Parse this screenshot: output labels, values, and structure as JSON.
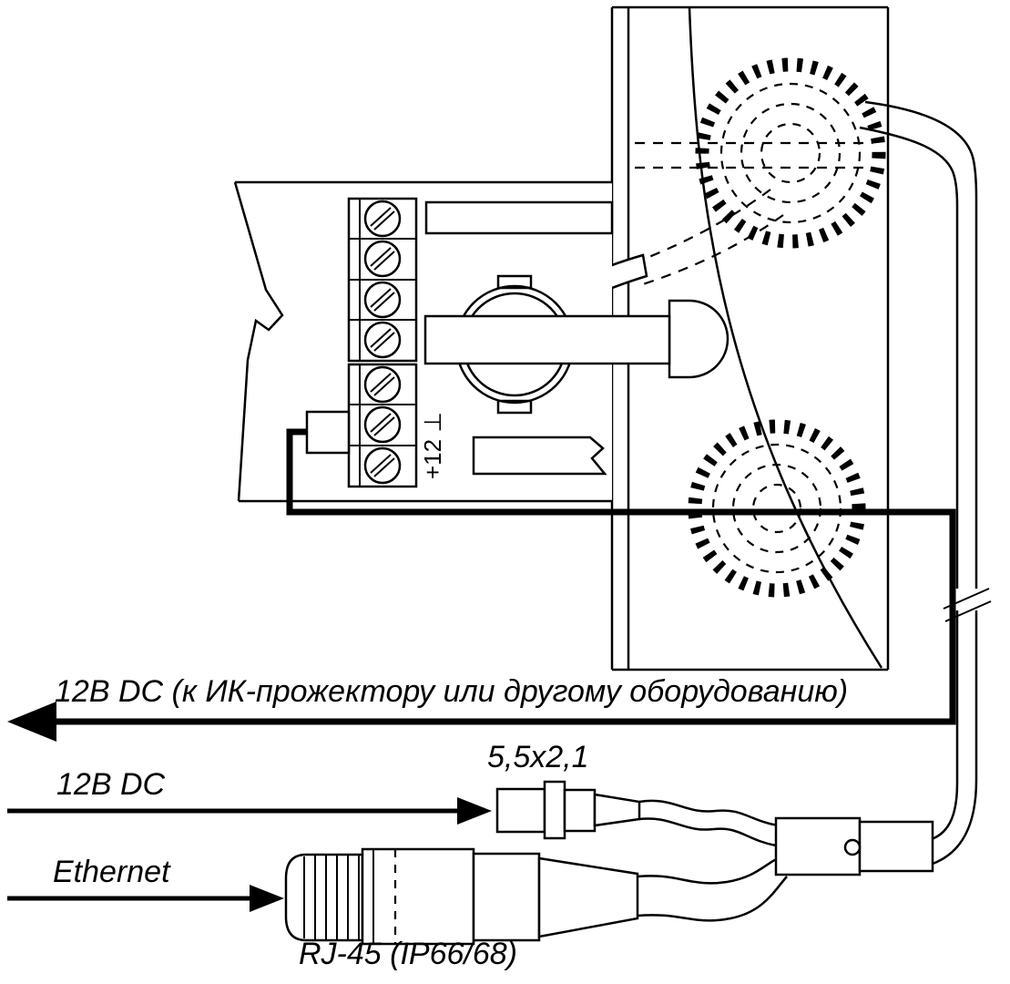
{
  "diagram": {
    "colors": {
      "ink": "#000000",
      "background": "#ffffff"
    },
    "labels": {
      "dc_out": "12В DC (к ИК-прожектору или другому оборудованию)",
      "dc_in": "12В DC",
      "ethernet": "Ethernet",
      "plug_size": "5,5х2,1",
      "rj45": "RJ-45 (IP66/68)",
      "terminal": "+12 ⊥"
    }
  }
}
